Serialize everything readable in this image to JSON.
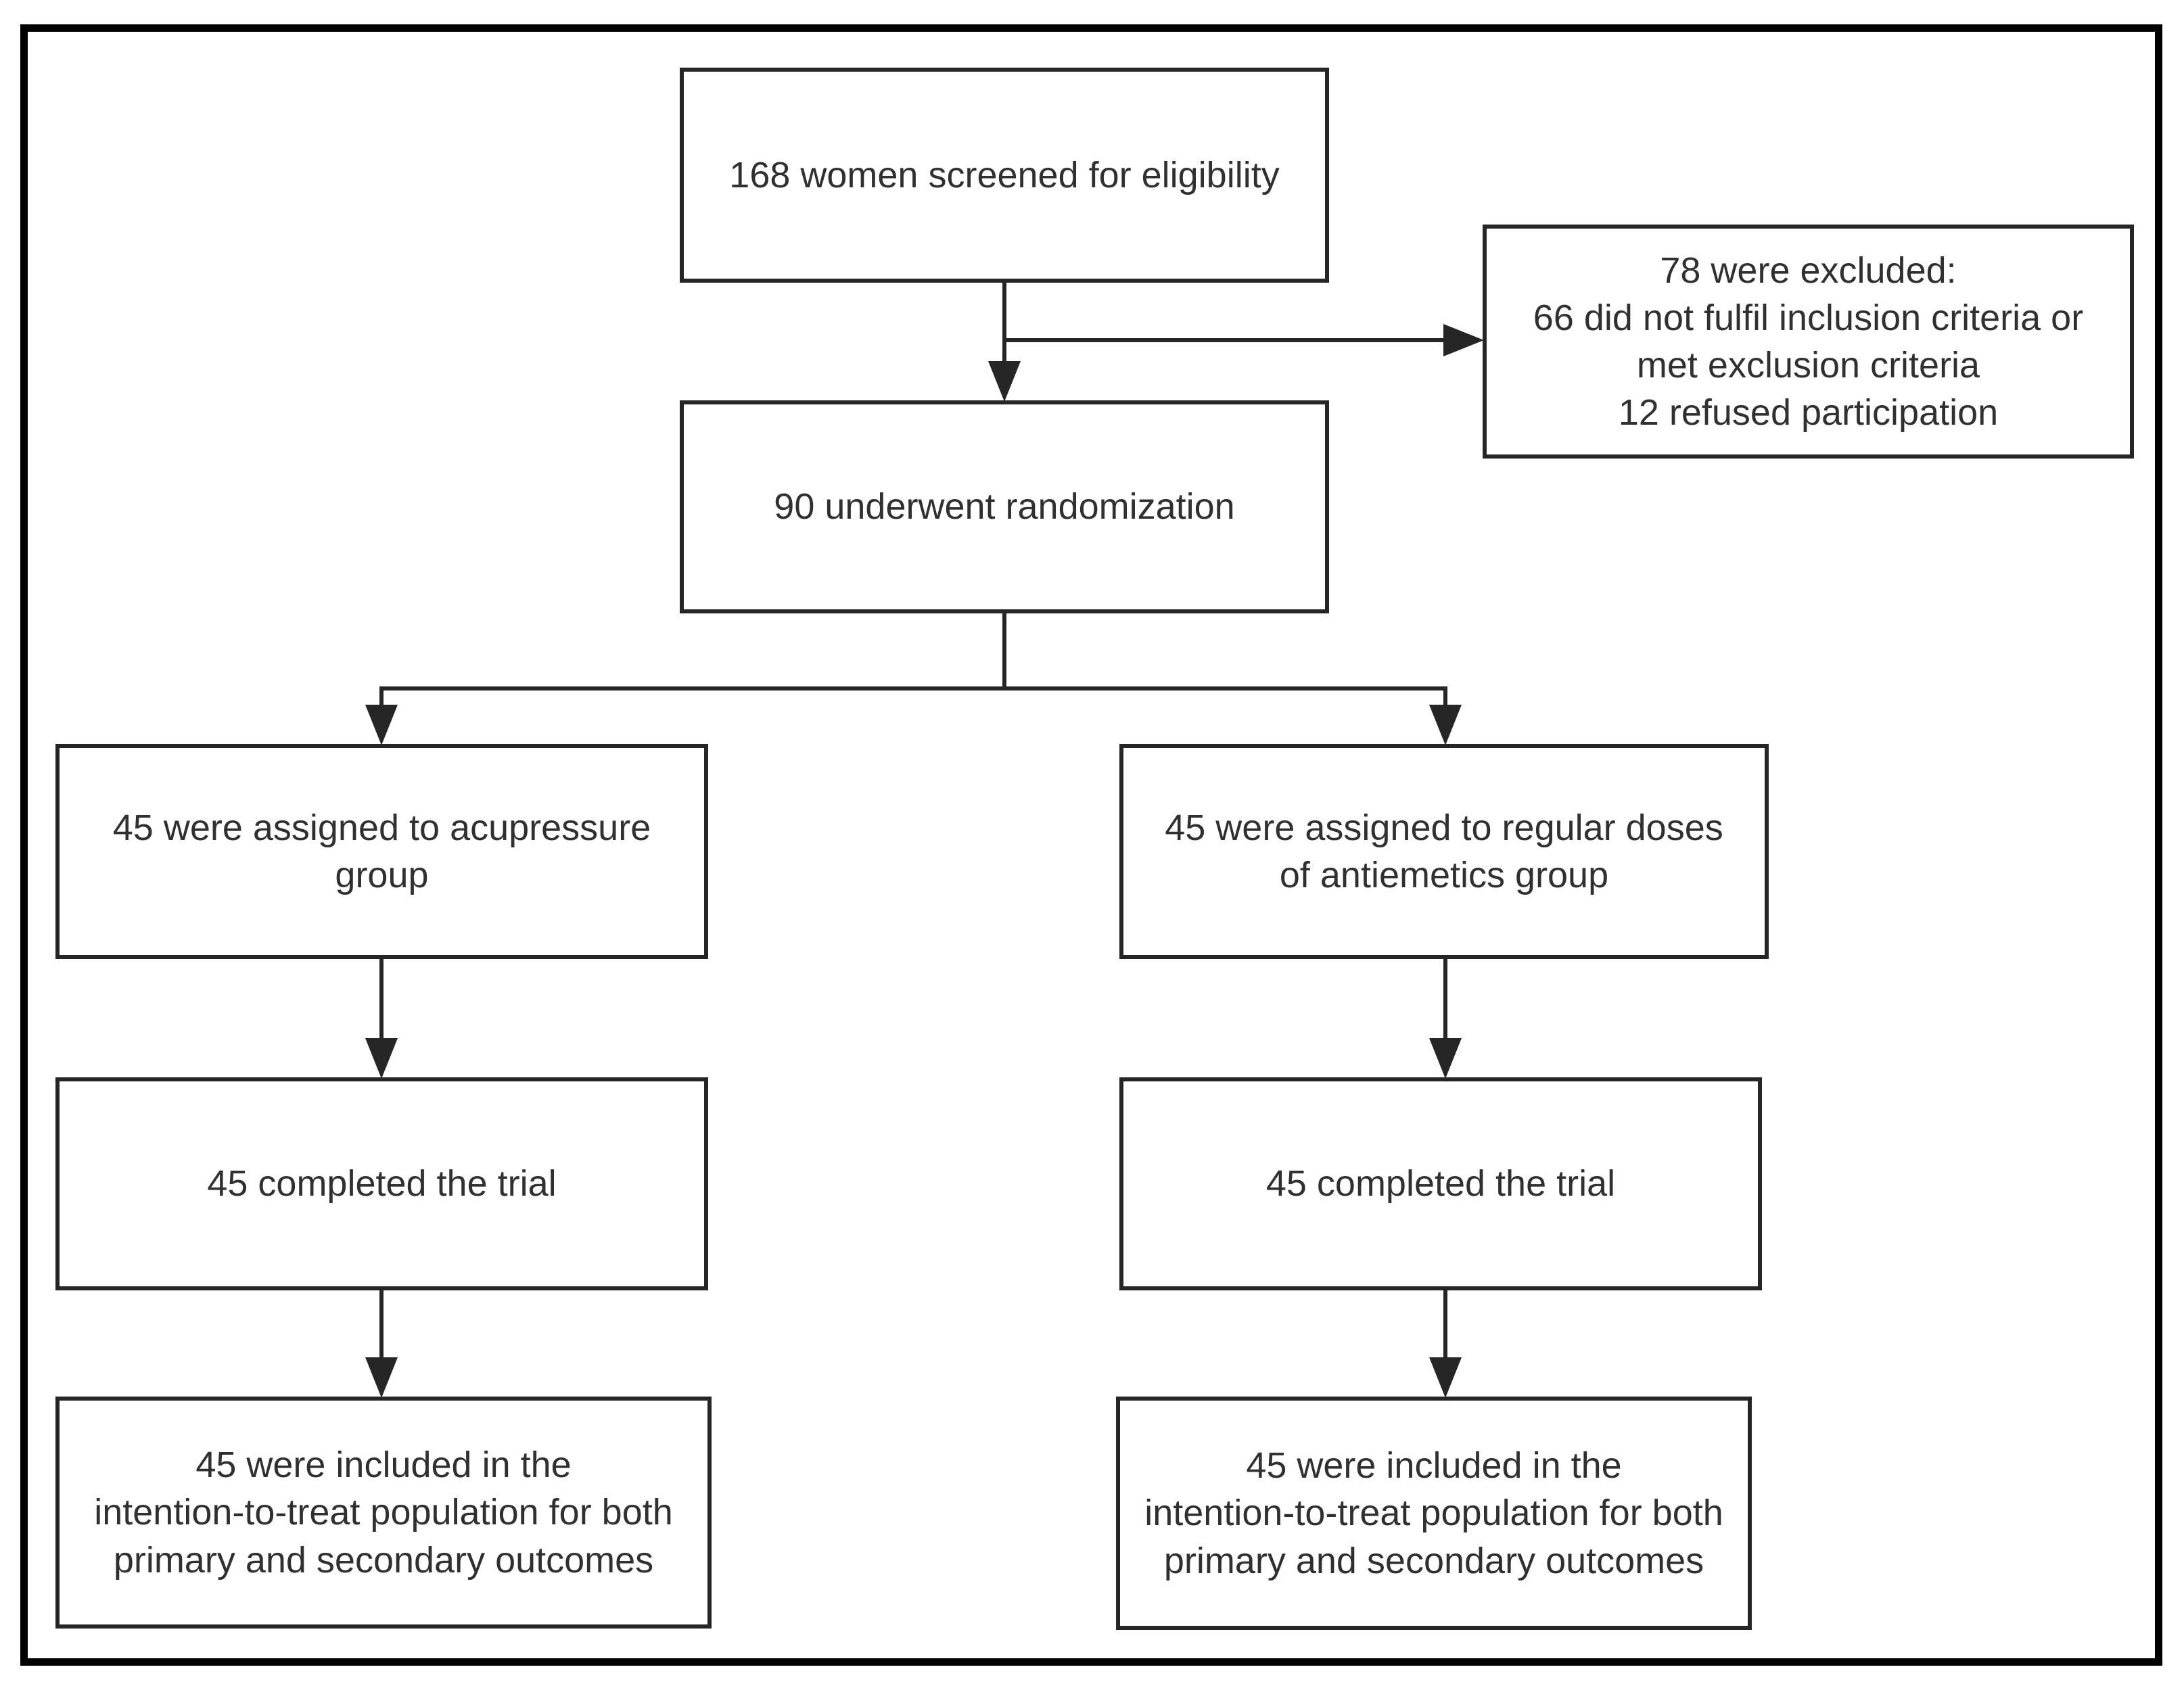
{
  "nodes": {
    "screened": {
      "lines": [
        "168 women screened for eligibility"
      ]
    },
    "excluded": {
      "lines": [
        "78 were excluded:",
        "66 did not fulfil inclusion criteria or",
        "met exclusion criteria",
        "12 refused participation"
      ]
    },
    "randomized": {
      "lines": [
        "90 underwent randomization"
      ]
    },
    "acupressure": {
      "lines": [
        "45 were assigned to acupressure",
        "group"
      ]
    },
    "antiemetics": {
      "lines": [
        "45 were assigned to regular doses",
        "of antiemetics group"
      ]
    },
    "completed_acupressure": {
      "lines": [
        "45 completed the trial"
      ]
    },
    "completed_antiemetics": {
      "lines": [
        "45 completed the trial"
      ]
    },
    "itt_acupressure": {
      "lines": [
        "45 were included in the",
        "intention-to-treat population for both",
        "primary and secondary outcomes"
      ]
    },
    "itt_antiemetics": {
      "lines": [
        "45 were included in the",
        "intention-to-treat population for both",
        "primary and secondary outcomes"
      ]
    }
  },
  "edges": [
    {
      "from": "screened",
      "to": "randomized"
    },
    {
      "from": "screened",
      "to": "excluded"
    },
    {
      "from": "randomized",
      "to": "acupressure"
    },
    {
      "from": "randomized",
      "to": "antiemetics"
    },
    {
      "from": "acupressure",
      "to": "completed_acupressure"
    },
    {
      "from": "antiemetics",
      "to": "completed_antiemetics"
    },
    {
      "from": "completed_acupressure",
      "to": "itt_acupressure"
    },
    {
      "from": "completed_antiemetics",
      "to": "itt_antiemetics"
    }
  ],
  "style": {
    "frame_color": "#000000",
    "box_border_color": "#262626",
    "line_color": "#262626",
    "text_color": "#303030",
    "background": "#ffffff"
  }
}
